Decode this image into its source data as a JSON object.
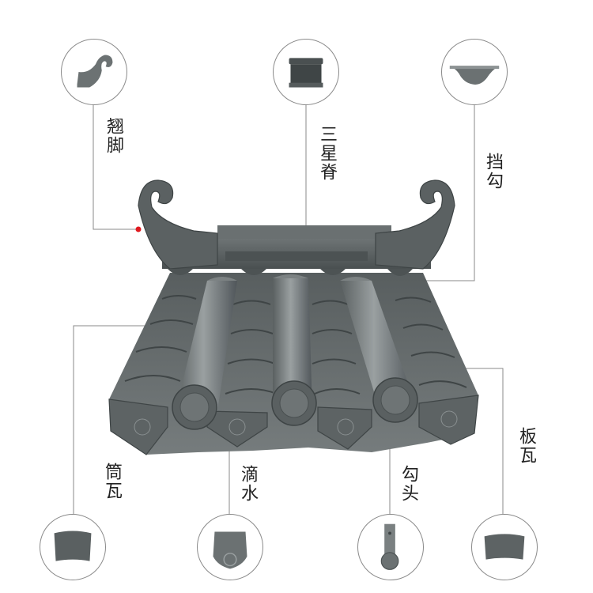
{
  "parts": {
    "qiaojiao": "翘脚",
    "sanxingji": "三星脊",
    "danggou": "挡勾",
    "tongwa": "筒瓦",
    "dishui": "滴水",
    "goutou": "勾头",
    "banwa": "板瓦"
  },
  "colors": {
    "leader_line": "#8a8a8a",
    "marker_dot": "#e0191f",
    "tile_dark": "#4e5455",
    "tile_mid": "#6b7172",
    "tile_light": "#8c9293"
  }
}
